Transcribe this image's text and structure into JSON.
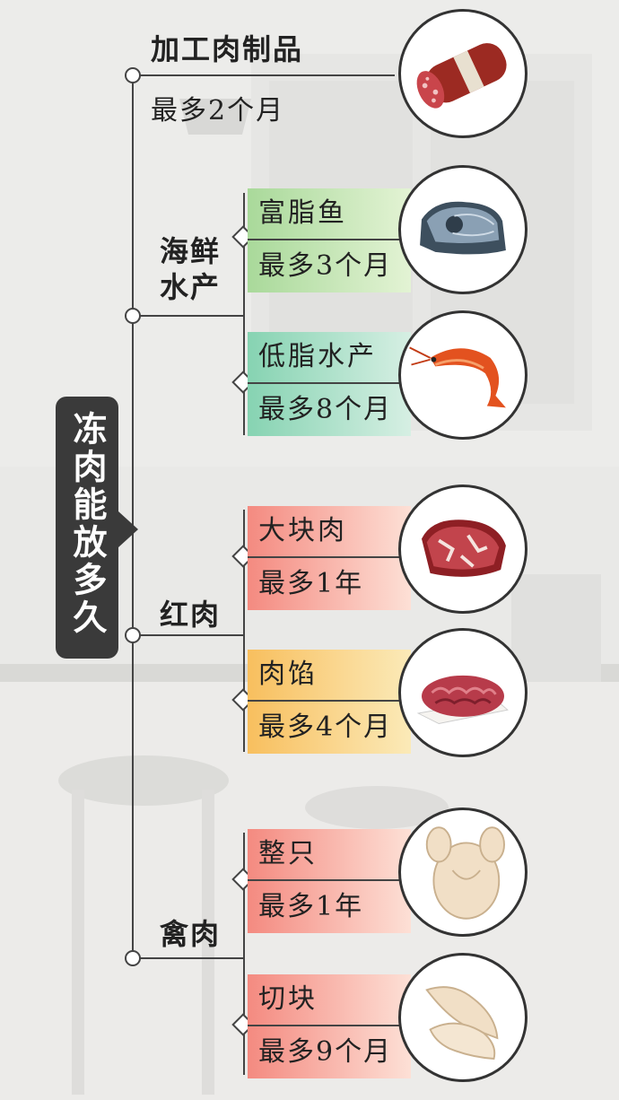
{
  "title": "冻肉能放多久",
  "categories": {
    "processed": {
      "label": "加工肉制品",
      "time": "最多2个月",
      "icon": "sausage-icon"
    },
    "seafood": {
      "label_line1": "海鲜",
      "label_line2": "水产",
      "items": [
        {
          "name": "富脂鱼",
          "time": "最多3个月",
          "icon": "fish-steak-icon"
        },
        {
          "name": "低脂水产",
          "time": "最多8个月",
          "icon": "shrimp-icon"
        }
      ]
    },
    "red_meat": {
      "label": "红肉",
      "items": [
        {
          "name": "大块肉",
          "time": "最多1年",
          "icon": "meat-chunk-icon"
        },
        {
          "name": "肉馅",
          "time": "最多4个月",
          "icon": "ground-meat-icon"
        }
      ]
    },
    "poultry": {
      "label": "禽肉",
      "items": [
        {
          "name": "整只",
          "time": "最多1年",
          "icon": "whole-chicken-icon"
        },
        {
          "name": "切块",
          "time": "最多9个月",
          "icon": "chicken-wings-icon"
        }
      ]
    }
  },
  "colors": {
    "fatty_fish": "#a9d99a",
    "lean_seafood": "#86d3b2",
    "red_meat_chunk": "#f48a80",
    "ground_meat": "#f8bf5e",
    "poultry": "#f48a80",
    "title_bg": "#3a3a3a"
  }
}
